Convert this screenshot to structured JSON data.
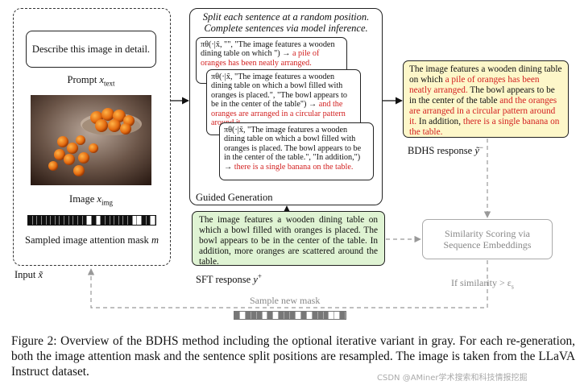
{
  "input": {
    "prompt_text": "Describe this image in detail.",
    "prompt_label": "Prompt",
    "prompt_symbol": "x",
    "prompt_sub": "text",
    "image_label": "Image",
    "image_symbol": "x",
    "image_sub": "img",
    "mask_label": "Sampled image attention mask",
    "mask_symbol": "m",
    "mask_pattern": [
      1,
      1,
      1,
      1,
      1,
      1,
      1,
      1,
      1,
      1,
      1,
      1,
      1,
      0,
      1,
      0,
      1,
      1,
      1,
      1,
      1,
      1,
      1,
      0,
      0,
      1,
      1,
      0
    ],
    "group_label": "Input",
    "group_symbol": "x̃"
  },
  "guided": {
    "title_line1": "Split each sentence at a random position.",
    "title_line2": "Complete sentences via model inference.",
    "footer": "Guided Generation",
    "steps": [
      {
        "prefix": "πθ(·|x̃, \"\", \"The image features a wooden dining table on which \") → ",
        "completion": "a pile of oranges has been neatly arranged."
      },
      {
        "prefix": "πθ(·|x̃, \"The image features a wooden dining table on which a bowl filled with oranges is placed.\", \"The bowl appears to be in the center of the table\") → ",
        "completion": "and the oranges are arranged in a circular pattern around it."
      },
      {
        "prefix": "πθ(·|x̃, \"The image features a wooden dining table on which a bowl filled with oranges is placed. The bowl appears to be in the center of the table.\", \"In addition,\") → ",
        "completion": "there is a single banana on the table."
      }
    ]
  },
  "sft": {
    "text": "The image features a wooden dining table on which a bowl filled with oranges is placed. The bowl appears to be in the center of the table. In addition, more oranges are scattered around the table.",
    "label": "SFT response",
    "symbol": "y",
    "sup": "+"
  },
  "bdhs": {
    "segments": [
      {
        "text": "The image features a wooden dining table on which ",
        "red": false
      },
      {
        "text": "a pile of oranges has been neatly arranged.",
        "red": true
      },
      {
        "text": " The bowl appears to be in the center of the table ",
        "red": false
      },
      {
        "text": "and the oranges are arranged in a circular pattern around it.",
        "red": true
      },
      {
        "text": " In addition, ",
        "red": false
      },
      {
        "text": "there is a single banana on the table.",
        "red": true
      }
    ],
    "label": "BDHS response",
    "symbol": "ỹ",
    "sup": "−"
  },
  "similarity": {
    "line1": "Similarity Scoring via",
    "line2": "Sequence Embeddings",
    "condition": "If similarity > ε",
    "condition_sub": "s"
  },
  "loop": {
    "label": "Sample new mask",
    "mask_pattern": [
      1,
      0,
      1,
      1,
      1,
      0,
      1,
      0,
      1,
      1,
      1,
      0,
      1,
      0,
      1,
      1,
      1,
      0,
      0,
      1
    ]
  },
  "caption": "Figure 2: Overview of the BDHS method including the optional iterative variant in gray. For each re-generation, both the image attention mask and the sentence split positions are resampled. The image is taken from the LLaVA Instruct dataset.",
  "watermark": "CSDN @AMiner学术搜索和科技情报挖掘",
  "colors": {
    "red_text": "#d21f1f",
    "sft_fill": "#dff3d3",
    "bdhs_fill": "#fdf7c9",
    "gray_loop": "#999999"
  }
}
